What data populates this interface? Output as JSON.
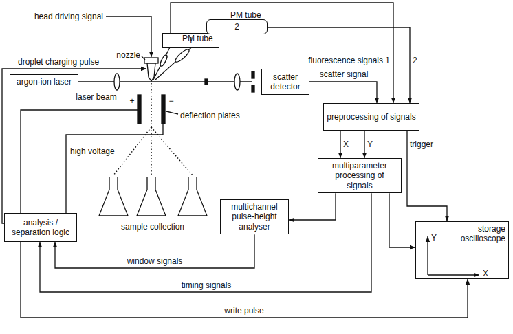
{
  "diagram": {
    "nodes": [
      {
        "text": [
          "PM tube",
          "1"
        ]
      },
      {
        "text": [
          "PM tube",
          "2"
        ]
      },
      {
        "text": [
          "argon-ion laser"
        ]
      },
      {
        "text": [
          "scatter detector"
        ]
      },
      {
        "text": [
          "preprocessing of signals"
        ]
      },
      {
        "text": [
          "multiparameter processing of signals"
        ]
      },
      {
        "text": [
          "multichannel pulse-height analyser"
        ]
      },
      {
        "text": [
          "analysis / separation logic"
        ]
      },
      {
        "text": [
          "storage oscilloscope"
        ]
      }
    ],
    "edges": [
      {
        "from": 0,
        "to": 4,
        "arrow": "to"
      },
      {
        "from": 1,
        "to": 4,
        "arrow": "to"
      },
      {
        "from": 3,
        "to": 4,
        "label": "scatter signal",
        "arrow": "to"
      },
      {
        "from": 4,
        "to": 5,
        "label": "X",
        "arrow": "to"
      },
      {
        "from": 4,
        "to": 5,
        "label": "Y",
        "arrow": "to"
      },
      {
        "from": 4,
        "to": 8,
        "label": "trigger",
        "arrow": "to"
      },
      {
        "from": 5,
        "to": 6,
        "arrow": "to"
      },
      {
        "from": 5,
        "to": 8,
        "arrow": "to"
      },
      {
        "from": 6,
        "to": 7,
        "label": "window signals",
        "arrow": "to"
      },
      {
        "from": 5,
        "to": 7,
        "label": "timing signals",
        "arrow": "to"
      },
      {
        "from": 7,
        "to": 8,
        "label": "write pulse",
        "arrow": "to"
      }
    ],
    "labels": [
      "head driving signal",
      "nozzle",
      "droplet charging pulse",
      "laser beam",
      "+",
      "−",
      "deflection plates",
      "high voltage",
      "sample collection",
      "fluorescence signals 1",
      "2",
      "Y",
      "X"
    ]
  }
}
